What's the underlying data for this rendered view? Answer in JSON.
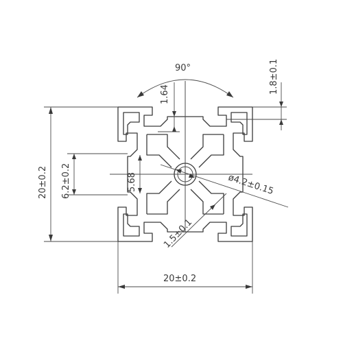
{
  "diagram": {
    "angle_label": "90°",
    "slot_depth_label": "1.64",
    "lip_thickness_label": "1.8±0.1",
    "height_label": "20±0.2",
    "slot_width_label": "6.2±0.2",
    "inner_width_label": "5.68",
    "bore_label": "ø4.2±0.15",
    "wall_label": "1.5±0.1",
    "width_label": "20±0.2"
  },
  "colors": {
    "line": "#3a3a3a",
    "background": "#ffffff"
  }
}
